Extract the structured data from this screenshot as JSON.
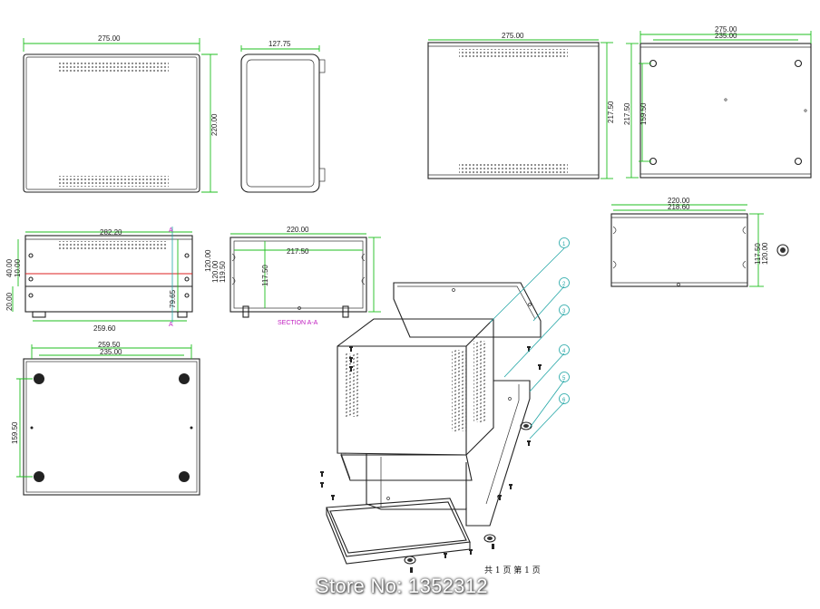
{
  "dims": {
    "front_width": "275.00",
    "front_height": "220.00",
    "side_width": "127.75",
    "top_width": "275.00",
    "top_height": "217.50",
    "back_width": "275.00",
    "back_hole_spacing": "235.00",
    "back_height": "217.50",
    "back_hole_vspacing": "159.50",
    "side_long_width": "282.20",
    "side_long_h1": "40.00",
    "side_long_h2": "10.00",
    "side_long_h3": "20.00",
    "side_long_inner": "79.65",
    "side_long_bottom": "259.60",
    "section_width": "220.00",
    "section_inner": "217.50",
    "section_height": "117.50",
    "section_h1": "120.00",
    "section_h2": "120.00",
    "section_h3": "119.50",
    "bottom_width": "259.50",
    "bottom_hole_spacing": "235.00",
    "bottom_height": "159.50",
    "panel_width": "220.00",
    "panel_inner": "218.60",
    "panel_h1": "117.50",
    "panel_h2": "120.00"
  },
  "section_marker": "A",
  "section_label": "SECTION A-A",
  "balloons": [
    "1",
    "2",
    "3",
    "4",
    "5",
    "6"
  ],
  "page_text": "共 1 页  第 1 页",
  "watermark": "Store No: 1352312",
  "colors": {
    "dimension_lines": "#1fbf1f",
    "leader_lines": "#22a6a6",
    "section_text": "#c020c0",
    "cut_line": "#dd2222",
    "outline": "#222222"
  }
}
